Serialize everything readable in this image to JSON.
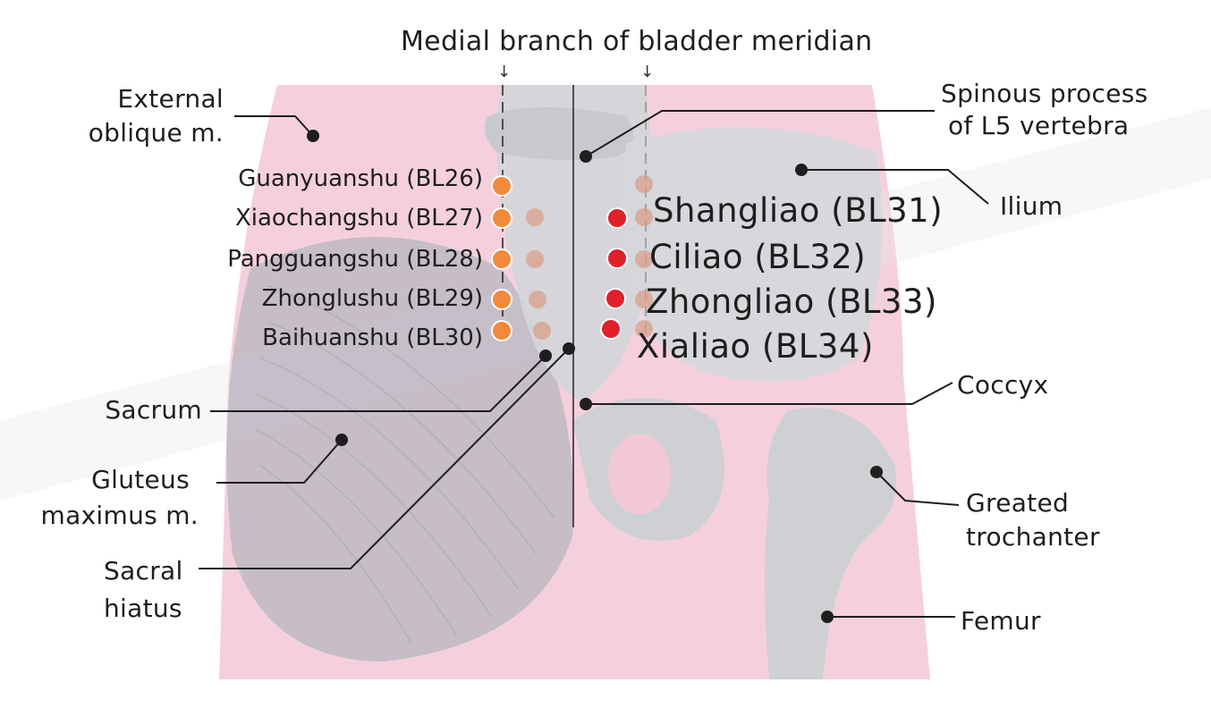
{
  "colors": {
    "skin_pink": "#f3c8d6",
    "bone_gray": "#cfd0d4",
    "muscle_gray": "#b6b7bf",
    "outer_point": "#f28a3c",
    "inner_point": "#e0202a",
    "faint_point": "#d9a08a"
  },
  "title": "Medial branch of bladder meridian",
  "labels": {
    "external_oblique": [
      "External",
      "oblique m."
    ],
    "spinous_process": [
      "Spinous process",
      "of L5 vertebra"
    ],
    "ilium": "Ilium",
    "sacrum": "Sacrum",
    "coccyx": "Coccyx",
    "gluteus": [
      "Gluteus",
      "maximus m."
    ],
    "greater_trochanter": [
      "Greated",
      "trochanter"
    ],
    "sacral_hiatus": [
      "Sacral",
      "hiatus"
    ],
    "femur": "Femur"
  },
  "points_left": [
    {
      "name": "Guanyuanshu (BL26)"
    },
    {
      "name": "Xiaochangshu (BL27)"
    },
    {
      "name": "Pangguangshu (BL28)"
    },
    {
      "name": "Zhonglushu (BL29)"
    },
    {
      "name": "Baihuanshu (BL30)"
    }
  ],
  "points_right": [
    {
      "name": "Shangliao (BL31)"
    },
    {
      "name": "Ciliao (BL32)"
    },
    {
      "name": "Zhongliao (BL33)"
    },
    {
      "name": "Xialiao (BL34)"
    }
  ],
  "icons": {
    "arrow": "↓"
  }
}
